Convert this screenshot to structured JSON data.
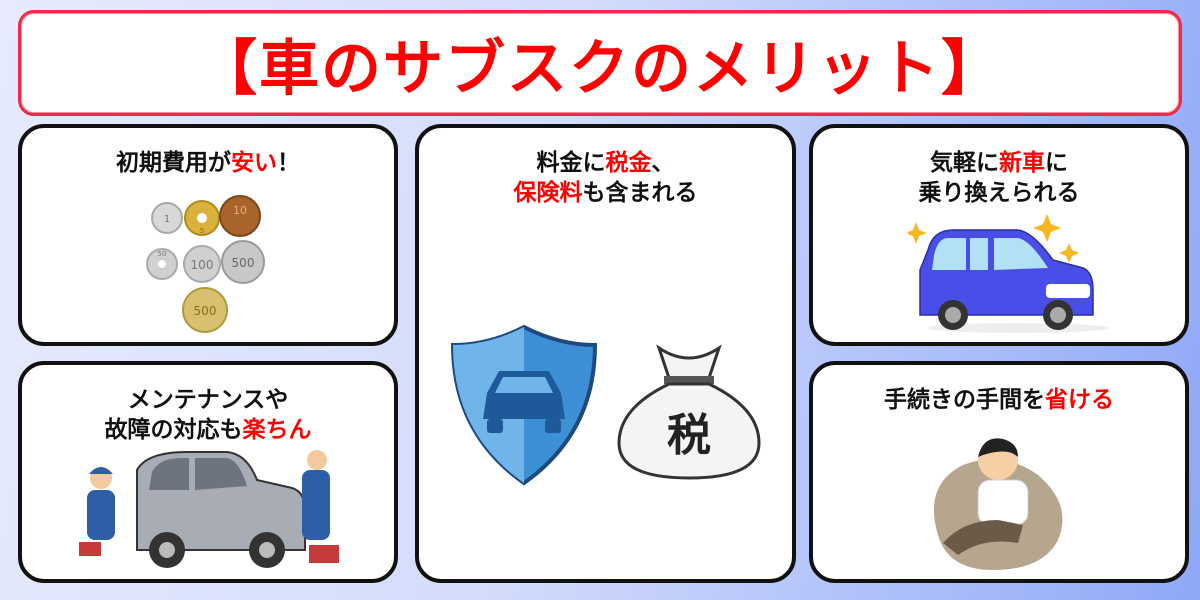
{
  "title": "【車のサブスクのメリット】",
  "colors": {
    "accent_red": "#ff0000",
    "title_border": "#f0284a",
    "card_border": "#111111"
  },
  "cards": [
    {
      "id": "initial-cost",
      "lines": [
        [
          {
            "t": "初期費用が"
          },
          {
            "t": "安い",
            "red": true
          },
          {
            "t": "！"
          }
        ]
      ],
      "icon": "coins-illustration",
      "coin_labels": [
        "1",
        "5",
        "10",
        "50",
        "100",
        "500",
        "500"
      ]
    },
    {
      "id": "maintenance",
      "lines": [
        [
          {
            "t": "メンテナンスや"
          }
        ],
        [
          {
            "t": "故障の対応も"
          },
          {
            "t": "楽ちん",
            "red": true
          }
        ]
      ],
      "icon": "mechanics-repairing-car-illustration"
    },
    {
      "id": "tax-insurance",
      "lines": [
        [
          {
            "t": "料金に"
          },
          {
            "t": "税金",
            "red": true
          },
          {
            "t": "、"
          }
        ],
        [
          {
            "t": "保険料",
            "red": true
          },
          {
            "t": "も含まれる"
          }
        ]
      ],
      "icon": "car-shield-and-tax-bag-illustration",
      "bag_label": "税"
    },
    {
      "id": "new-car",
      "lines": [
        [
          {
            "t": "気軽に"
          },
          {
            "t": "新車",
            "red": true
          },
          {
            "t": "に"
          }
        ],
        [
          {
            "t": "乗り換えられる"
          }
        ]
      ],
      "icon": "shiny-new-car-illustration"
    },
    {
      "id": "paperwork",
      "lines": [
        [
          {
            "t": "手続きの手間を"
          },
          {
            "t": "省ける",
            "red": true
          }
        ]
      ],
      "icon": "relaxing-man-beanbag-illustration"
    }
  ]
}
